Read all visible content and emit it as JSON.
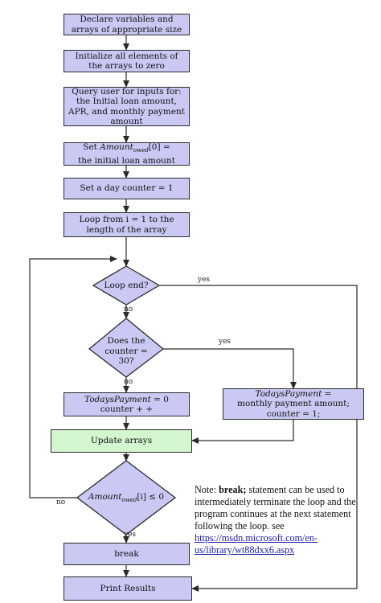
{
  "nodes": {
    "declare": "Declare variables and arrays of appropriate size",
    "init": "Initialize all elements of the arrays to zero",
    "query": "Query user for inputs for: the Initial loan amount, APR, and monthly payment amount",
    "set_amount_pre": "Set",
    "set_amount_var": "Amount",
    "set_amount_sub": "owed",
    "set_amount_post": "[0] =",
    "set_amount_line2": "the initial loan amount",
    "set_counter": "Set a day counter = 1",
    "loop": "Loop from i = 1 to the length of the array",
    "loop_end": "Loop end?",
    "counter_check": "Does the counter = 30?",
    "payment_zero_var": "TodaysPayment",
    "payment_zero_eq": " = 0",
    "payment_zero_line2": "counter + +",
    "payment_monthly_var": "TodaysPayment",
    "payment_monthly_eq": " =",
    "payment_monthly_line2": "monthly payment amount;",
    "payment_monthly_line3": "counter = 1;",
    "update": "Update arrays",
    "amount_check_var": "Amount",
    "amount_check_sub": "owed",
    "amount_check_rest": "[i] ≤ 0",
    "break": "break",
    "print": "Print Results"
  },
  "edge_labels": {
    "loop_end_yes": "yes",
    "loop_end_no": "no",
    "counter_yes": "yes",
    "counter_no": "no",
    "amount_no": "no",
    "amount_yes": "yes"
  },
  "note": {
    "prefix": "Note: ",
    "keyword": "break;",
    "text": " statement can be used to intermediately terminate the loop and the program continues at the next statement following the loop. see ",
    "link": "https://msdn.microsoft.com/en-us/library/wt88dxx6.aspx"
  },
  "colors": {
    "process": "#c9c9f4",
    "highlight": "#d3f5cf",
    "stroke": "#2a2a2a"
  }
}
